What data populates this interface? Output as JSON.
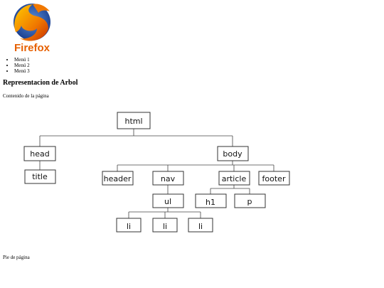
{
  "logo": {
    "wordmark": "Firefox",
    "accent": "#e66000",
    "globe": "#1b3f8f"
  },
  "nav": {
    "items": [
      "Menú 1",
      "Menú 2",
      "Menú 3"
    ]
  },
  "title": "Representacion de Arbol",
  "content": "Contenido de la página",
  "tree": {
    "nodes": {
      "html": "html",
      "head": "head",
      "body": "body",
      "title": "title",
      "header": "header",
      "nav": "nav",
      "article": "article",
      "footer": "footer",
      "ul": "ul",
      "h1": "h1",
      "p": "p",
      "li1": "li",
      "li2": "li",
      "li3": "li"
    }
  },
  "footer": "Pie de página"
}
